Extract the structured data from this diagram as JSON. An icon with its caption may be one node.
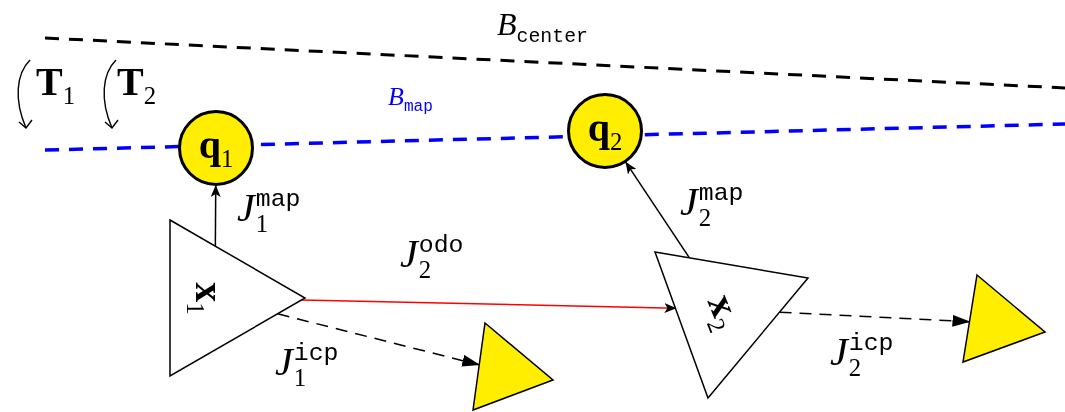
{
  "diagram": {
    "nodes": [
      {
        "text": [
          "**q**$_{1}$"
        ]
      },
      {
        "text": [
          "**q**$_{2}$"
        ]
      },
      {
        "text": [
          "**x**$_{1}$"
        ]
      },
      {
        "text": [
          "**x**$_{2}$"
        ]
      },
      {
        "text": [],
        "shape": "triangle"
      },
      {
        "text": [],
        "shape": "triangle"
      }
    ],
    "edges": [
      {
        "from": 2,
        "to": 0,
        "arrow": "to",
        "label": "*J*$^{map}$$_{1}$"
      },
      {
        "from": 2,
        "to": 3,
        "arrow": "to",
        "label": "*J*$^{odo}$$_{2}$",
        "color": "#ff0000"
      },
      {
        "from": 2,
        "to": 4,
        "arrow": "to",
        "label": "*J*$^{icp}$$_{1}$",
        "style": "dashed"
      },
      {
        "from": 3,
        "to": 1,
        "arrow": "to",
        "label": "*J*$^{map}$$_{2}$"
      },
      {
        "from": 3,
        "to": 5,
        "arrow": "to",
        "label": "*J*$^{icp}$$_{2}$",
        "style": "dashed"
      }
    ],
    "labels": [
      "*B*$_{center}$",
      "**T**$_{1}$",
      "**T**$_{2}$",
      "*B*$_{map}$"
    ]
  }
}
